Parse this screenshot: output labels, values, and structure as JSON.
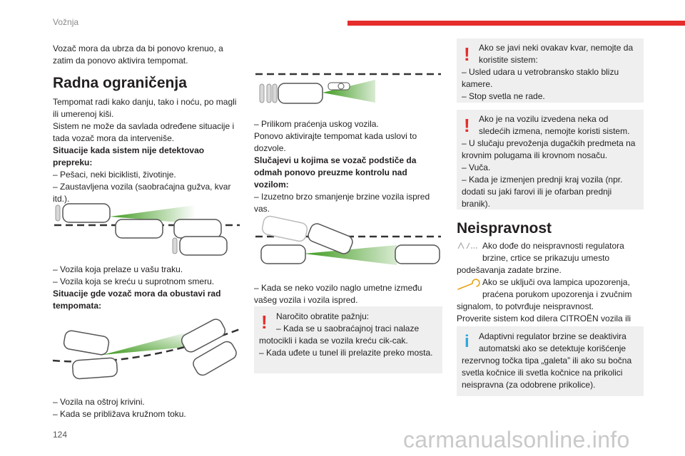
{
  "header": {
    "section_title": "Vožnja",
    "accent_color": "#e52d2b"
  },
  "page_number": "124",
  "watermark": "carmanualsonline.info",
  "col1": {
    "intro": "Vozač mora da ubrza da bi ponovo krenuo, a zatim da ponovo aktivira tempomat.",
    "heading": "Radna ograničenja",
    "p1": "Tempomat radi kako danju, tako i noću, po magli ili umerenoj kiši.",
    "p2": "Sistem ne može da savlada određene situacije i tada vozač mora da interveniše.",
    "bold1": "Situacije kada sistem nije detektovao prepreku:",
    "list1": [
      "–  Pešaci, neki biciklisti, životinje.",
      "–  Zaustavljena vozila (saobraćajna gužva, kvar itd.)."
    ],
    "list2": [
      "–  Vozila koja prelaze u vašu traku.",
      "–  Vozila koja se kreću u suprotnom smeru."
    ],
    "bold2": "Situacije gde vozač mora da obustavi rad tempomata:",
    "list3": [
      "–  Vozila na oštroj krivini.",
      "–  Kada se približava kružnom toku."
    ]
  },
  "col2": {
    "line1": "–  Prilikom praćenja uskog vozila.",
    "line2": "Ponovo aktivirajte tempomat kada uslovi to dozvole.",
    "bold1": "Slučajevi u kojima se vozač podstiče da odmah ponovo preuzme kontrolu nad vozilom:",
    "line3": "–  Izuzetno brzo smanjenje brzine vozila ispred vas.",
    "line4": "–  Kada se neko vozilo naglo umetne između vašeg vozila i vozila ispred.",
    "warn": {
      "first": "Naročito obratite pažnju:",
      "indent": "–  Kada se u saobraćajnoj traci nalaze",
      "rest": "motocikli i kada se vozila kreću cik-cak.",
      "last": "–  Kada uđete u tunel ili prelazite preko mosta."
    }
  },
  "col3": {
    "warn1": {
      "first": "Ako se javi neki ovakav kvar, nemojte da koristite sistem:",
      "l1": "–  Usled udara u vetrobransko staklo blizu kamere.",
      "l2": "–  Stop svetla ne rade."
    },
    "warn2": {
      "first": "Ako je na vozilu izvedena neka od sledećih izmena, nemojte koristi sistem.",
      "l1": "–  U slučaju prevoženja dugačkih predmeta na krovnim polugama ili krovnom nosaču.",
      "l2": "–  Vuča.",
      "l3": "–  Kada je izmenjen prednji kraj vozila (npr. dodati su jaki farovi ili je ofarban prednji branik)."
    },
    "heading": "Neispravnost",
    "p1a": "Ako dođe do neispravnosti regulatora",
    "p1b": "brzine, crtice se prikazuju umesto",
    "p1c": "podešavanja zadate brzine.",
    "p2a": "Ako se uključi ova lampica upozorenja,",
    "p2b": "praćena porukom upozorenja i zvučnim",
    "p2c": "signalom, to potvrđuje neispravnost.",
    "p3": "Proverite sistem kod dilera CITROËN vozila ili posetite ovlašćeni servis.",
    "info": {
      "first": "Adaptivni regulator brzine se deaktivira",
      "second": "automatski ako se detektuje korišćenje",
      "rest": "rezervnog točka tipa „galeta” ili ako su bočna svetla kočnice ili svetla kočnice na prikolici neispravna (za odobrene prikolice)."
    }
  }
}
